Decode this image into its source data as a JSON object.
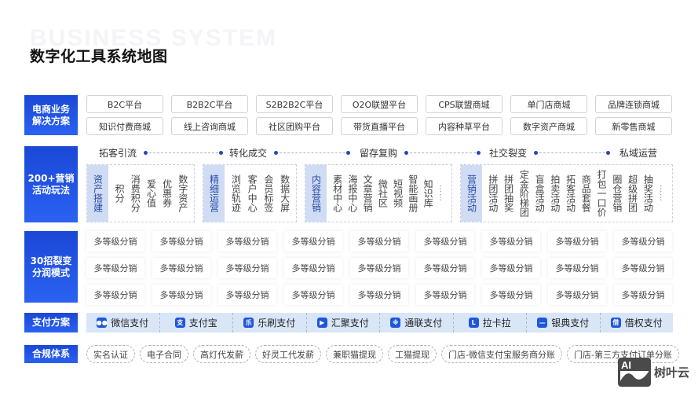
{
  "header": {
    "bg_title": "BUSINESS SYSTEM",
    "title": "数字化工具系统地图"
  },
  "colors": {
    "label_blue": "#1b47d6",
    "head_blue_bg": "#cfdcf4",
    "pay_bar_bg": "#d9e6f8",
    "dot": "#2548b8"
  },
  "ecommerce": {
    "label": "电商业务\n解决方案",
    "items": [
      "B2C平台",
      "B2B2C平台",
      "S2B2B2C平台",
      "O2O联盟平台",
      "CPS联盟商城",
      "单门店商城",
      "品牌连锁商城",
      "知识付费商城",
      "线上咨询商城",
      "社区团购平台",
      "带货直播平台",
      "内容种草平台",
      "数字资产商城",
      "新零售商城"
    ]
  },
  "marketing": {
    "label": "200+营销\n活动玩法",
    "stages": [
      "拓客引流",
      "转化成交",
      "留存复购",
      "社交裂变",
      "私域运营"
    ],
    "groups": [
      {
        "head": "资产搭建",
        "items": [
          "积分",
          "消费积分",
          "爱心值",
          "优惠券",
          "数字资产"
        ],
        "more": false
      },
      {
        "head": "精细运营",
        "items": [
          "浏览轨迹",
          "客户中心",
          "会员标签",
          "数据大屏"
        ],
        "more": false
      },
      {
        "head": "内容营销",
        "items": [
          "素材中心",
          "海报中心",
          "文章营销",
          "微社区",
          "短视频",
          "智能画册",
          "知识库"
        ],
        "more": true
      },
      {
        "head": "营销活动",
        "items": [
          "拼团活动",
          "拼团抽奖",
          "定金阶梯团",
          "盲盒活动",
          "拍卖活动",
          "拓客活动",
          "商品套餐",
          "打包一口价",
          "圈仓营销",
          "超级拼团",
          "抽奖活动"
        ],
        "more": true
      }
    ],
    "more_glyph": "……"
  },
  "distribution": {
    "label": "30招裂变\n分润模式",
    "items": [
      "多等级分销",
      "多等级分销",
      "多等级分销",
      "多等级分销",
      "多等级分销",
      "多等级分销",
      "多等级分销",
      "多等级分销",
      "多等级分销",
      "多等级分销",
      "多等级分销",
      "多等级分销",
      "多等级分销",
      "多等级分销",
      "多等级分销",
      "多等级分销",
      "多等级分销",
      "多等级分销",
      "多等级分销",
      "多等级分销",
      "多等级分销",
      "多等级分销",
      "多等级分销",
      "多等级分销",
      "多等级分销",
      "多等级分销",
      "多等级分销"
    ]
  },
  "payment": {
    "label": "支付方案",
    "items": [
      {
        "icon": "wechat-pay-icon",
        "glyph": "●●",
        "label": "微信支付"
      },
      {
        "icon": "alipay-icon",
        "glyph": "支",
        "label": "支付宝"
      },
      {
        "icon": "leshua-icon",
        "glyph": "乐",
        "label": "乐刷支付"
      },
      {
        "icon": "huiju-icon",
        "glyph": "▶",
        "label": "汇聚支付"
      },
      {
        "icon": "allinpay-icon",
        "glyph": "※",
        "label": "通联支付"
      },
      {
        "icon": "lakala-icon",
        "glyph": "L",
        "label": "拉卡拉"
      },
      {
        "icon": "yindian-icon",
        "glyph": "—",
        "label": "银典支付"
      },
      {
        "icon": "jiequan-icon",
        "glyph": "借",
        "label": "借权支付"
      }
    ]
  },
  "compliance": {
    "label": "合规体系",
    "items": [
      "实名认证",
      "电子合同",
      "高灯代发薪",
      "好灵工代发薪",
      "兼职猫提现",
      "工猫提现",
      "门店-微信支付宝服务商分账",
      "门店-第三方支付订单分账"
    ]
  },
  "watermark": {
    "logo_text": "AI",
    "brand": "树叶云"
  }
}
